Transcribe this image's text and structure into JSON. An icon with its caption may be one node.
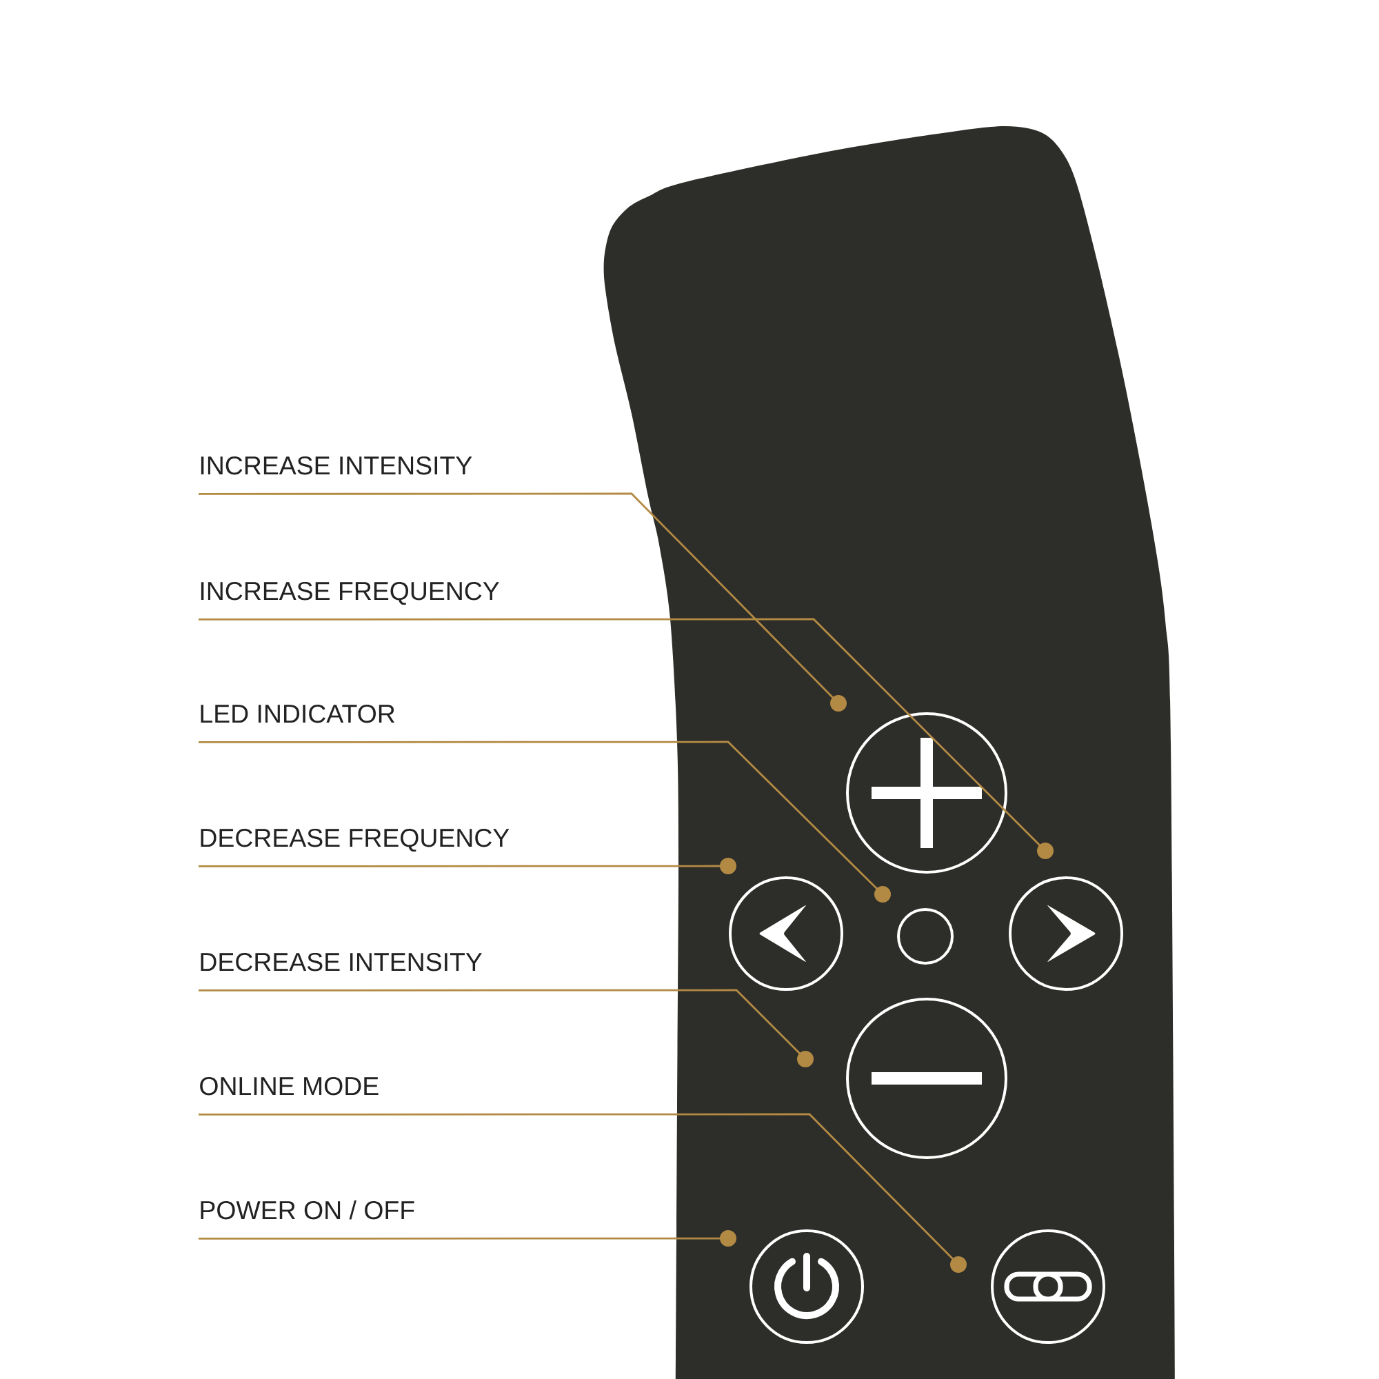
{
  "diagram": {
    "nodes": [
      {
        "text": [
          "INCREASE INTENSITY"
        ]
      },
      {
        "text": [
          "INCREASE FREQUENCY"
        ]
      },
      {
        "text": [
          "LED INDICATOR"
        ]
      },
      {
        "text": [
          "DECREASE FREQUENCY"
        ]
      },
      {
        "text": [
          "DECREASE INTENSITY"
        ]
      },
      {
        "text": [
          "ONLINE MODE"
        ]
      },
      {
        "text": [
          "POWER ON / OFF"
        ]
      },
      {
        "text": [],
        "shape": "circle"
      },
      {
        "text": [],
        "shape": "circle"
      },
      {
        "text": [],
        "shape": "circle"
      },
      {
        "text": [],
        "shape": "circle"
      },
      {
        "text": [],
        "shape": "circle"
      },
      {
        "text": [],
        "shape": "circle"
      },
      {
        "text": [],
        "shape": "circle"
      }
    ],
    "edges": [
      {
        "from": 0,
        "to": 7,
        "arrow": "other"
      },
      {
        "from": 1,
        "to": 10,
        "arrow": "other"
      },
      {
        "from": 2,
        "to": 9,
        "arrow": "other"
      },
      {
        "from": 3,
        "to": 8,
        "arrow": "other"
      },
      {
        "from": 4,
        "to": 11,
        "arrow": "other"
      },
      {
        "from": 5,
        "to": 13,
        "arrow": "other"
      },
      {
        "from": 6,
        "to": 12,
        "arrow": "other"
      }
    ]
  }
}
